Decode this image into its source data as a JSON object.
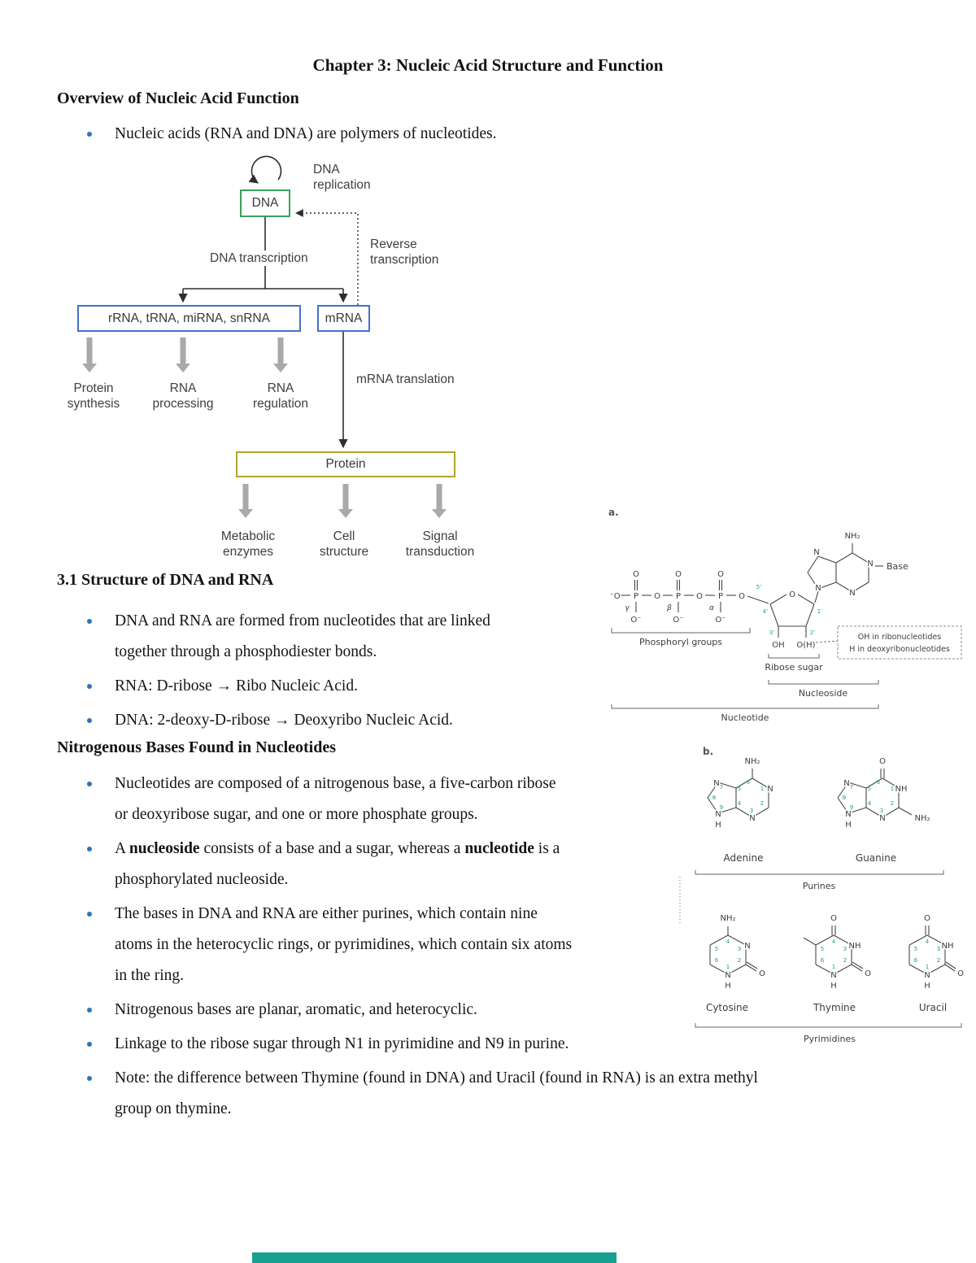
{
  "title": "Chapter 3: Nucleic Acid Structure and Function",
  "overview": {
    "heading": "Overview of Nucleic Acid Function",
    "bullet": "Nucleic acids (RNA and DNA) are polymers of nucleotides."
  },
  "flow": {
    "dna": "DNA",
    "replication_l1": "DNA",
    "replication_l2": "replication",
    "transcription": "DNA transcription",
    "reverse_l1": "Reverse",
    "reverse_l2": "transcription",
    "rna_box": "rRNA, tRNA, miRNA, snRNA",
    "mrna_box": "mRNA",
    "protein_synthesis_l1": "Protein",
    "protein_synthesis_l2": "synthesis",
    "rna_processing_l1": "RNA",
    "rna_processing_l2": "processing",
    "rna_regulation_l1": "RNA",
    "rna_regulation_l2": "regulation",
    "mrna_translation": "mRNA translation",
    "protein_box": "Protein",
    "metabolic_l1": "Metabolic",
    "metabolic_l2": "enzymes",
    "cell_l1": "Cell",
    "cell_l2": "structure",
    "signal_l1": "Signal",
    "signal_l2": "transduction"
  },
  "structure_section": {
    "heading": "3.1 Structure of DNA and RNA",
    "b1_l1": "DNA and RNA are formed from nucleotides that are linked",
    "b1_l2": "together through a phosphodiester bonds.",
    "b2": "RNA: D-ribose → Ribo Nucleic Acid.",
    "b3": "DNA: 2-deoxy-D-ribose → Deoxyribo Nucleic Acid."
  },
  "bases_section": {
    "heading": "Nitrogenous Bases Found in Nucleotides",
    "b1_l1": "Nucleotides are composed of a nitrogenous base, a five-carbon ribose",
    "b1_l2": "or deoxyribose sugar, and one or more phosphate groups.",
    "b2_t1": "A ",
    "b2_bold1": "nucleoside",
    "b2_t2": " consists of a base and a sugar, whereas a ",
    "b2_bold2": "nucleotide",
    "b2_t3": " is a",
    "b2_l2": "phosphorylated nucleoside.",
    "b3_l1": "The bases in DNA and RNA are either purines, which contain nine",
    "b3_l2": "atoms in the heterocyclic rings, or pyrimidines, which contain six atoms",
    "b3_l3": "in the ring.",
    "b4": "Nitrogenous bases are planar, aromatic, and heterocyclic.",
    "b5": "Linkage to the ribose sugar through N1 in pyrimidine and N9 in purine.",
    "b6_l1": "Note: the difference between Thymine (found in DNA) and Uracil (found in RNA) is an extra methyl",
    "b6_l2": "group on thymine."
  },
  "figure_a": {
    "label": "a.",
    "chain": {
      "o_left": "⁻O",
      "p": "P",
      "o": "O",
      "o_top": "O",
      "o_minus": "O⁻",
      "gamma": "γ",
      "beta": "β",
      "alpha": "α"
    },
    "ring_o": "O",
    "primes": [
      "5'",
      "4'",
      "3'",
      "2'",
      "1'"
    ],
    "oh": "OH",
    "oh_paren": "O(H)",
    "base": {
      "nh2": "NH₂",
      "n": "N",
      "label": "Base"
    },
    "note_l1": "OH in ribonucleotides",
    "note_l2": "H in deoxyribonucleotides",
    "phosphoryl": "Phosphoryl groups",
    "ribose": "Ribose sugar",
    "nucleoside": "Nucleoside",
    "nucleotide": "Nucleotide"
  },
  "figure_b": {
    "label": "b.",
    "atoms": {
      "n": "N",
      "nh": "NH",
      "nh2": "NH₂",
      "o": "O",
      "h": "H"
    },
    "purine_numbers": [
      "1",
      "2",
      "3",
      "4",
      "5",
      "6",
      "7",
      "8",
      "9"
    ],
    "pyrimidine_numbers": [
      "1",
      "2",
      "3",
      "4",
      "5",
      "6"
    ],
    "adenine": "Adenine",
    "guanine": "Guanine",
    "purines": "Purines",
    "cytosine": "Cytosine",
    "thymine": "Thymine",
    "uracil": "Uracil",
    "pyrimidines": "Pyrimidines"
  }
}
